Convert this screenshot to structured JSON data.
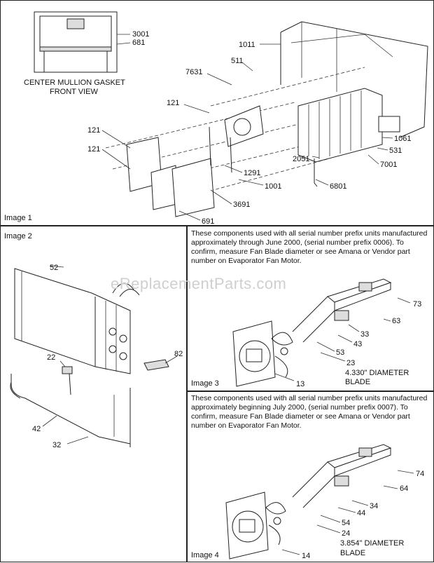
{
  "panels": {
    "image1": {
      "caption": "Image 1",
      "title_line1": "CENTER MULLION GASKET",
      "title_line2": "FRONT VIEW",
      "labels": [
        "3001",
        "681",
        "1011",
        "511",
        "7631",
        "121",
        "121",
        "121",
        "1061",
        "531",
        "7001",
        "2051",
        "1291",
        "6801",
        "1001",
        "3691",
        "691"
      ]
    },
    "image2": {
      "caption": "Image 2",
      "labels": [
        "52",
        "22",
        "82",
        "42",
        "32"
      ]
    },
    "image3": {
      "caption": "Image 3",
      "note": "These components used with all serial number prefix units manufactured approximately through June 2000, (serial number prefix 0006). To confirm, measure Fan Blade diameter or see Amana or Vendor part number on Evaporator Fan Motor.",
      "labels": [
        "73",
        "63",
        "33",
        "43",
        "53",
        "23",
        "13"
      ],
      "blade_line1": "4.330\" DIAMETER",
      "blade_line2": "BLADE"
    },
    "image4": {
      "caption": "Image 4",
      "note": "These components used with all serial number prefix units manufactured approximately beginning July 2000, (serial number prefix 0007). To confirm, measure Fan Blade diameter or see Amana or Vendor part number on Evaporator Fan Motor.",
      "labels": [
        "74",
        "64",
        "34",
        "44",
        "54",
        "24",
        "14"
      ],
      "blade_line1": "3.854\" DIAMETER",
      "blade_line2": "BLADE"
    }
  },
  "watermark": "eReplacementParts.com"
}
